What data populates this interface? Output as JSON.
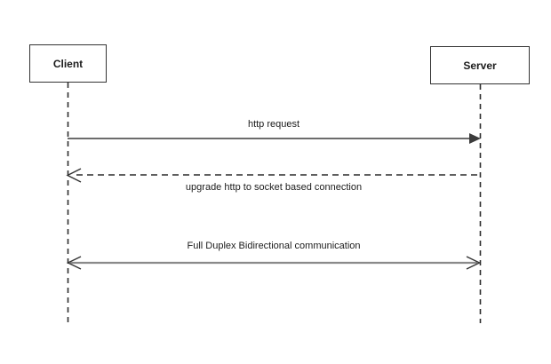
{
  "diagram": {
    "type": "sequence-diagram",
    "actors": [
      {
        "id": "client",
        "label": "Client"
      },
      {
        "id": "server",
        "label": "Server"
      }
    ],
    "messages": [
      {
        "label": "http request",
        "from": "client",
        "to": "server",
        "line_style": "solid",
        "arrowhead": "filled",
        "label_position": "above"
      },
      {
        "label": "upgrade http to socket based connection",
        "from": "server",
        "to": "client",
        "line_style": "dashed",
        "arrowhead": "open",
        "label_position": "below"
      },
      {
        "label": "Full Duplex Bidirectional communication",
        "from": "client",
        "to": "server",
        "direction": "bidirectional",
        "line_style": "solid",
        "arrowhead": "open",
        "label_position": "above"
      }
    ],
    "colors": {
      "background": "#ffffff",
      "box_border": "#333333",
      "text": "#1c1c1c",
      "lifeline": "#2e2e2e",
      "arrow_solid": "#3c3c3c",
      "arrow_dashed": "#2b2b2b",
      "arrow_duplex": "#8a8a8a",
      "arrow_head": "#333333"
    }
  }
}
